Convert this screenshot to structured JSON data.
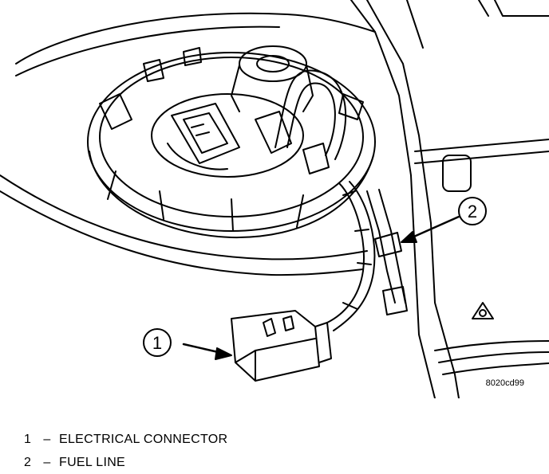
{
  "figure": {
    "id": "8020cd99",
    "callouts": [
      {
        "number": "1"
      },
      {
        "number": "2"
      }
    ]
  },
  "legend": {
    "items": [
      {
        "number": "1",
        "dash": "–",
        "label": "ELECTRICAL CONNECTOR"
      },
      {
        "number": "2",
        "dash": "–",
        "label": "FUEL LINE"
      }
    ]
  }
}
